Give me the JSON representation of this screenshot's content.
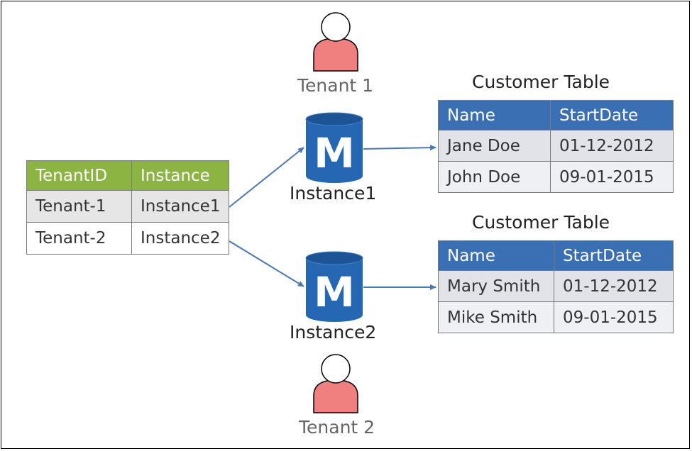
{
  "tenant_table": {
    "headers": [
      "TenantID",
      "Instance"
    ],
    "rows": [
      [
        "Tenant-1",
        "Instance1"
      ],
      [
        "Tenant-2",
        "Instance2"
      ]
    ]
  },
  "instances": [
    {
      "label": "Instance1",
      "icon": "database-icon",
      "glyph": "M"
    },
    {
      "label": "Instance2",
      "icon": "database-icon",
      "glyph": "M"
    }
  ],
  "tenants": [
    {
      "label": "Tenant 1",
      "icon": "user-icon"
    },
    {
      "label": "Tenant 2",
      "icon": "user-icon"
    }
  ],
  "customer_tables": [
    {
      "title": "Customer Table",
      "headers": [
        "Name",
        "StartDate"
      ],
      "rows": [
        [
          "Jane Doe",
          "01-12-2012"
        ],
        [
          "John Doe",
          "09-01-2015"
        ]
      ]
    },
    {
      "title": "Customer Table",
      "headers": [
        "Name",
        "StartDate"
      ],
      "rows": [
        [
          "Mary Smith",
          "01-12-2012"
        ],
        [
          "Mike Smith",
          "09-01-2015"
        ]
      ]
    }
  ],
  "colors": {
    "tenant_header": "#8bb443",
    "customer_header": "#3a70b3",
    "database": "#2667b3",
    "person": "#f08080",
    "arrow": "#4a78b5"
  }
}
